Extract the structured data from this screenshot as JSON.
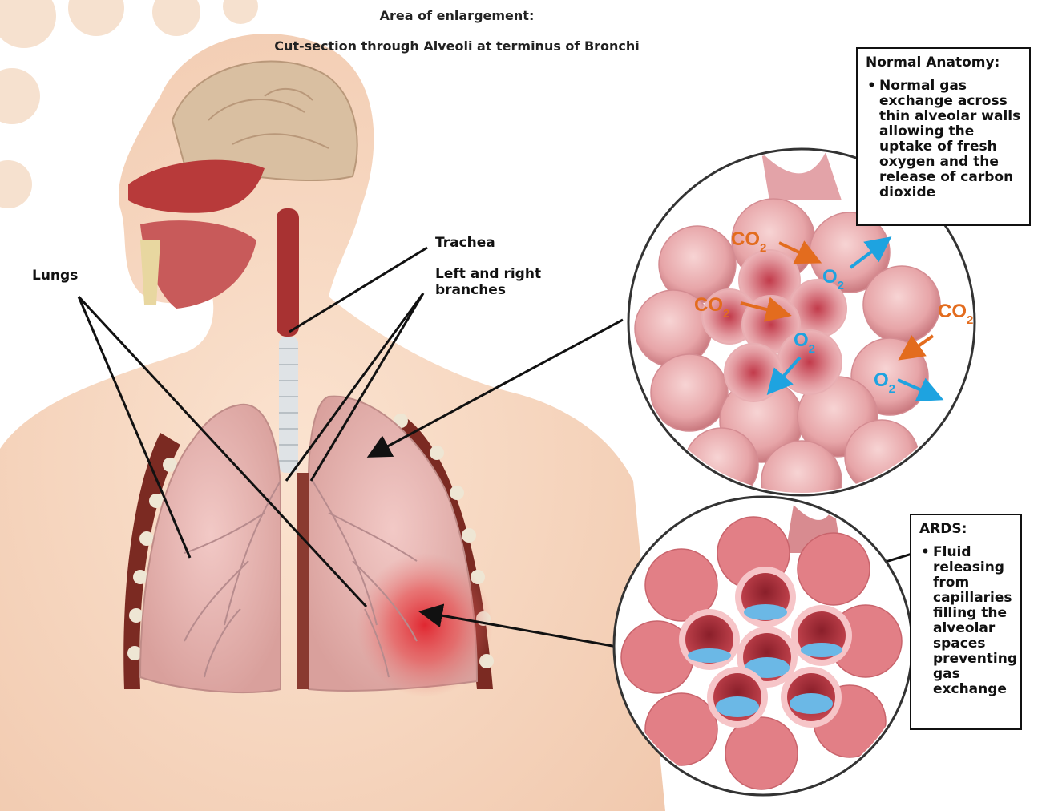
{
  "header": {
    "line1": "Area of enlargement:",
    "line2": "Cut-section through Alveoli at terminus of Bronchi"
  },
  "labels": {
    "lungs": "Lungs",
    "trachea": "Trachea",
    "branches": "Left and right branches"
  },
  "normal": {
    "title": "Normal Anatomy:",
    "bullet": "Normal gas exchange across thin alveolar walls allowing the uptake of fresh oxygen and the release of carbon dioxide"
  },
  "ards": {
    "title": "ARDS:",
    "bullet": "Fluid releasing from capillaries filling the alveolar spaces preventing gas exchange"
  },
  "gases": {
    "co2": "CO",
    "o2": "O",
    "sub2": "2"
  },
  "colors": {
    "co2": "#e36c1e",
    "o2": "#1ea3e0",
    "inflammation": "#e0202a",
    "fluid": "#6bb8e6"
  }
}
